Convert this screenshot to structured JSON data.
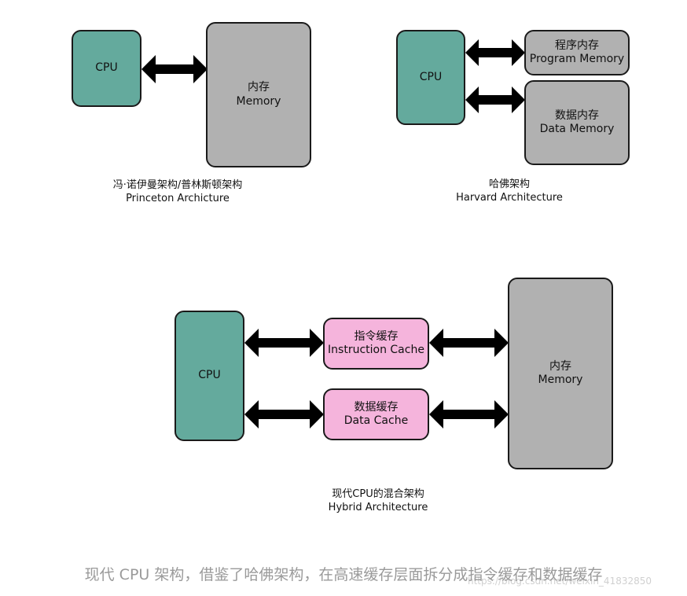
{
  "princeton": {
    "cpu_label": "CPU",
    "memory_label_cn": "内存",
    "memory_label_en": "Memory",
    "caption_cn": "冯·诺伊曼架构/普林斯顿架构",
    "caption_en": "Princeton Archicture"
  },
  "harvard": {
    "cpu_label": "CPU",
    "program_memory_cn": "程序内存",
    "program_memory_en": "Program Memory",
    "data_memory_cn": "数据内存",
    "data_memory_en": "Data Memory",
    "caption_cn": "哈佛架构",
    "caption_en": "Harvard Architecture"
  },
  "hybrid": {
    "cpu_label": "CPU",
    "instruction_cache_cn": "指令缓存",
    "instruction_cache_en": "Instruction Cache",
    "data_cache_cn": "数据缓存",
    "data_cache_en": "Data Cache",
    "memory_label_cn": "内存",
    "memory_label_en": "Memory",
    "caption_cn": "现代CPU的混合架构",
    "caption_en": "Hybrid Architecture"
  },
  "footer": {
    "text": "现代 CPU 架构，借鉴了哈佛架构，在高速缓存层面拆分成指令缓存和数据缓存",
    "watermark": "https://blog.csdn.net/weixin_41832850"
  },
  "colors": {
    "cpu": "#64aa9d",
    "memory": "#b1b1b1",
    "cache": "#f5b4dc",
    "arrow": "#000000"
  }
}
